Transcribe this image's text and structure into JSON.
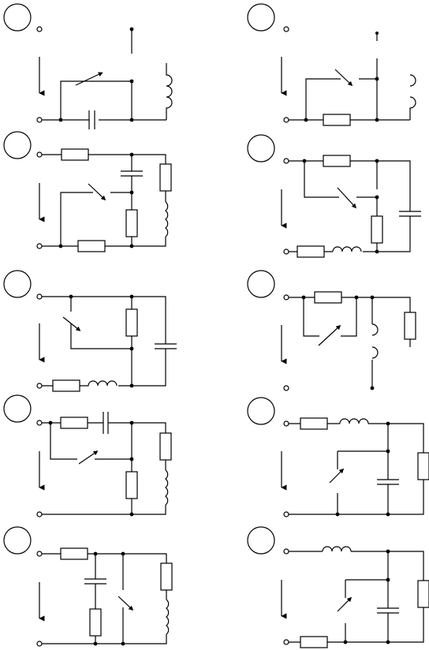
{
  "page": {
    "background": "#ffffff",
    "line_color": "#000000"
  },
  "circuits": [
    {
      "id": "c1",
      "label": ""
    },
    {
      "id": "c2",
      "label": ""
    },
    {
      "id": "c3",
      "label": ""
    },
    {
      "id": "c4",
      "label": ""
    },
    {
      "id": "c5",
      "label": ""
    },
    {
      "id": "c6",
      "label": ""
    },
    {
      "id": "c7",
      "label": ""
    },
    {
      "id": "c8",
      "label": ""
    },
    {
      "id": "c9",
      "label": ""
    },
    {
      "id": "c10",
      "label": ""
    }
  ]
}
